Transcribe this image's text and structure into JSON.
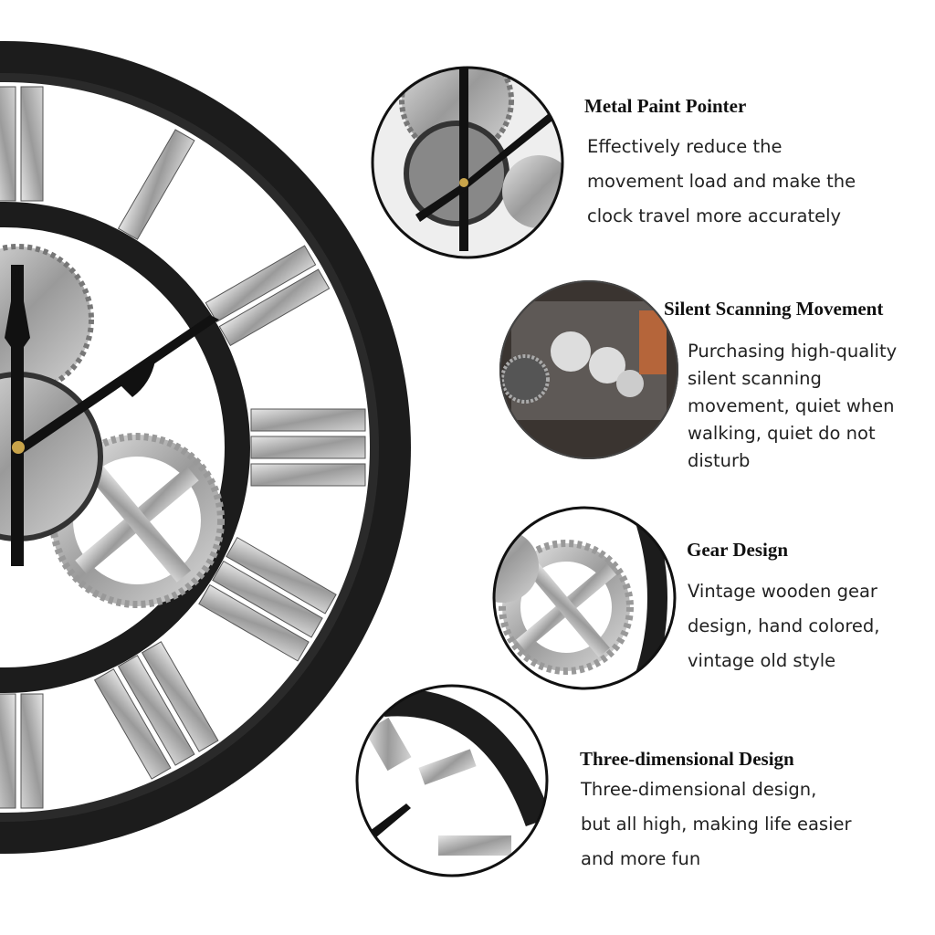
{
  "features": [
    {
      "title": "Metal Paint Pointer",
      "lines": [
        "Effectively reduce the",
        "movement load and make the",
        "clock travel more accurately"
      ]
    },
    {
      "title": "Silent Scanning Movement",
      "lines": [
        "Purchasing high-quality",
        "silent scanning",
        "movement, quiet when",
        "walking, quiet do not",
        "disturb"
      ]
    },
    {
      "title": "Gear Design",
      "lines": [
        "Vintage wooden gear",
        "design, hand colored,",
        "vintage old style"
      ]
    },
    {
      "title": "Three-dimensional Design",
      "lines": [
        "Three-dimensional design,",
        "but all high, making life easier",
        "and more fun"
      ]
    }
  ],
  "colors": {
    "frame": "#1c1c1c",
    "silver": "#b8b8b8",
    "background": "#ffffff"
  }
}
